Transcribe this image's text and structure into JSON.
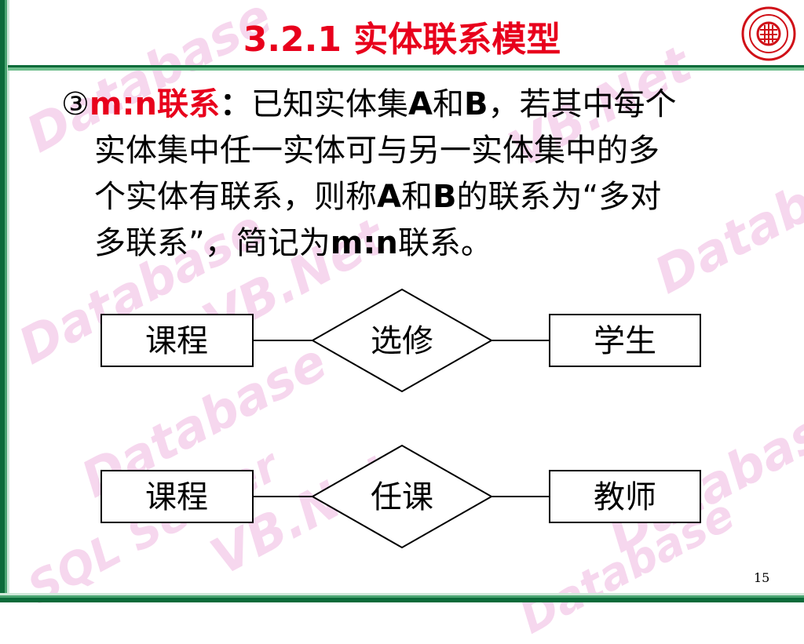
{
  "title": "3.2.1 实体联系模型",
  "definition": {
    "marker": "③",
    "term": "m:n联系",
    "colon": "：",
    "line1_rest_a": "已知实体集",
    "line1_entity_a": "A",
    "line1_he": "和",
    "line1_entity_b": "B",
    "line1_tail": "，若其中每个",
    "line2": "实体集中任一实体可与另一实体集中的多",
    "line3_a": "个实体有联系，则称",
    "line3_entity_a": "A",
    "line3_he": "和",
    "line3_entity_b": "B",
    "line3_tail": "的联系为“多对",
    "line4_a": "多联系”，简记为",
    "line4_mn": "m:n",
    "line4_tail": "联系。"
  },
  "diagrams": [
    {
      "left_entity": "课程",
      "relationship": "选修",
      "right_entity": "学生"
    },
    {
      "left_entity": "课程",
      "relationship": "任课",
      "right_entity": "教师"
    }
  ],
  "watermark_text": [
    "Database",
    "VB.Net",
    "SQL Server"
  ],
  "page_number": "15",
  "colors": {
    "accent_red": "#e8001c",
    "frame_green": "#0b6b3a",
    "watermark_pink": "#f6d7ee"
  }
}
